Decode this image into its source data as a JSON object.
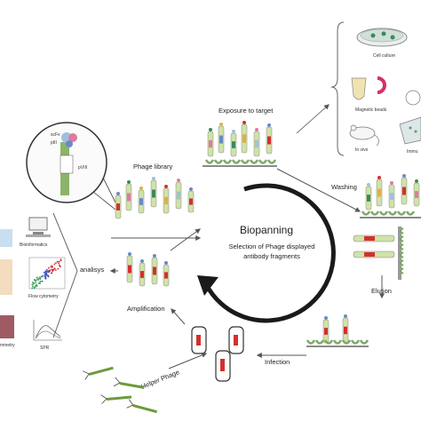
{
  "center": {
    "title": "Biopanning",
    "subtitle_line1": "Selection of Phage displayed",
    "subtitle_line2": "antibody fragments"
  },
  "steps": {
    "exposure": "Exposure to target",
    "washing": "Washing",
    "elution": "Elution",
    "infection": "Infection",
    "amplification": "Amplification",
    "phage_library": "Phage library",
    "analysis": "analisys",
    "helper_phage": "Helper Phage"
  },
  "targets": {
    "cell_culture": "Cell culture",
    "magnetic_beads": "Magnetic beads",
    "in_vivo": "In vivo",
    "immuno": "Immu"
  },
  "analysis_methods": {
    "bioinformatics": "Bioinformatics",
    "flow_cytometry": "Flow cytometry",
    "cytometry_partial": "mmetry",
    "spr": "SPR"
  },
  "colors": {
    "phage_green": "#cfe3a8",
    "phage_red": "#d3302f",
    "antigen_green": "#7ea86a",
    "arrow": "#555555",
    "circle_arrow": "#1a1a1a"
  }
}
